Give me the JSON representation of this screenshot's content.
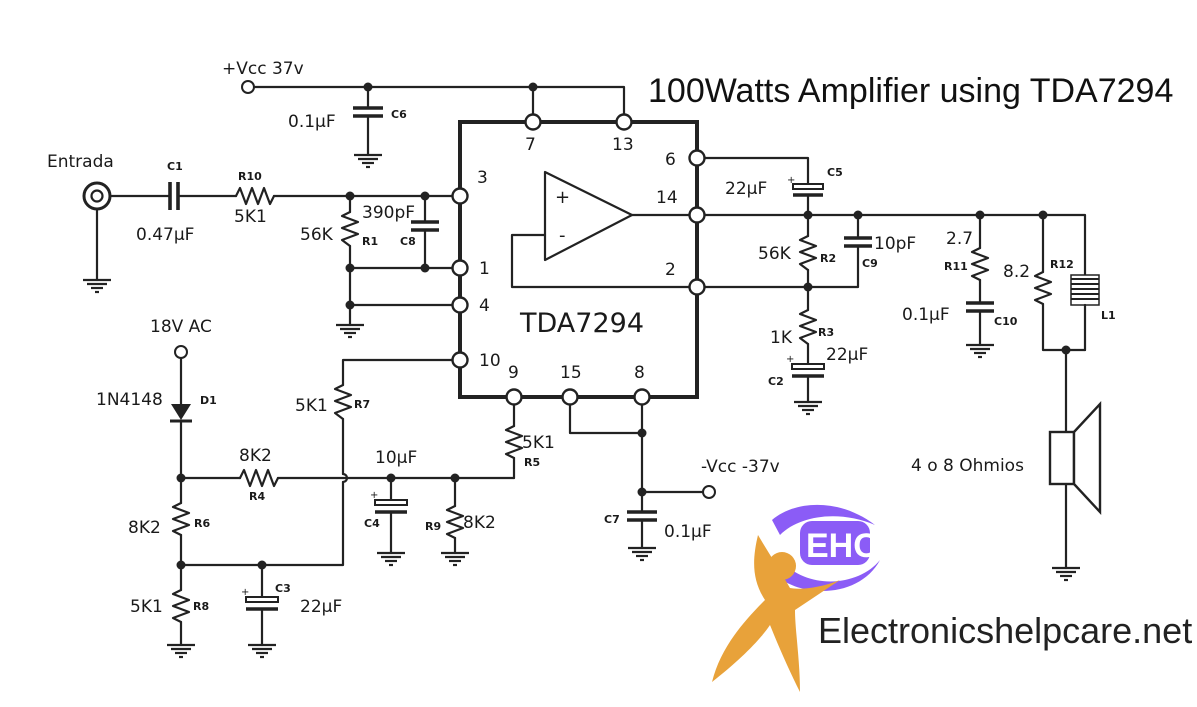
{
  "title": "100Watts Amplifier using TDA7294",
  "chip": {
    "name": "TDA7294",
    "op_plus": "+",
    "op_minus": "-"
  },
  "pins": [
    "7",
    "13",
    "6",
    "3",
    "14",
    "1",
    "2",
    "4",
    "10",
    "9",
    "15",
    "8"
  ],
  "rails": {
    "vpos": "+Vcc 37v",
    "vneg": "-Vcc -37v",
    "ac": "18V AC"
  },
  "input_label": "Entrada",
  "speaker_label": "4 o 8 Ohmios",
  "components": {
    "C1": {
      "ref": "C1",
      "value": "0.47µF"
    },
    "R10": {
      "ref": "R10",
      "value": "5K1"
    },
    "R1": {
      "ref": "R1",
      "value": "56K"
    },
    "C8": {
      "ref": "C8",
      "value": "390pF"
    },
    "C6": {
      "ref": "C6",
      "value": "0.1µF"
    },
    "C5": {
      "ref": "C5",
      "value": "22µF"
    },
    "R2": {
      "ref": "R2",
      "value": "56K"
    },
    "C9": {
      "ref": "C9",
      "value": "10pF"
    },
    "R3": {
      "ref": "R3",
      "value": "1K"
    },
    "C2": {
      "ref": "C2",
      "value": "22µF"
    },
    "R11": {
      "ref": "R11",
      "value": "2.7"
    },
    "C10": {
      "ref": "C10",
      "value": "0.1µF"
    },
    "R12": {
      "ref": "R12",
      "value": "8.2"
    },
    "L1": {
      "ref": "L1"
    },
    "D1": {
      "ref": "D1",
      "value": "1N4148"
    },
    "R7": {
      "ref": "R7",
      "value": "5K1"
    },
    "R4": {
      "ref": "R4",
      "value": "8K2"
    },
    "R6": {
      "ref": "R6",
      "value": "8K2"
    },
    "R8": {
      "ref": "R8",
      "value": "5K1"
    },
    "C3": {
      "ref": "C3",
      "value": "22µF"
    },
    "C4": {
      "ref": "C4",
      "value": "10µF"
    },
    "R9": {
      "ref": "R9",
      "value": "8K2"
    },
    "R5": {
      "ref": "R5",
      "value": "5K1"
    },
    "C7": {
      "ref": "C7",
      "value": "0.1µF"
    }
  },
  "logo": {
    "text": "EHC",
    "site": "Electronicshelpcare.net",
    "colors": {
      "purple": "#8b5cf6",
      "orange": "#e8a23a"
    }
  }
}
